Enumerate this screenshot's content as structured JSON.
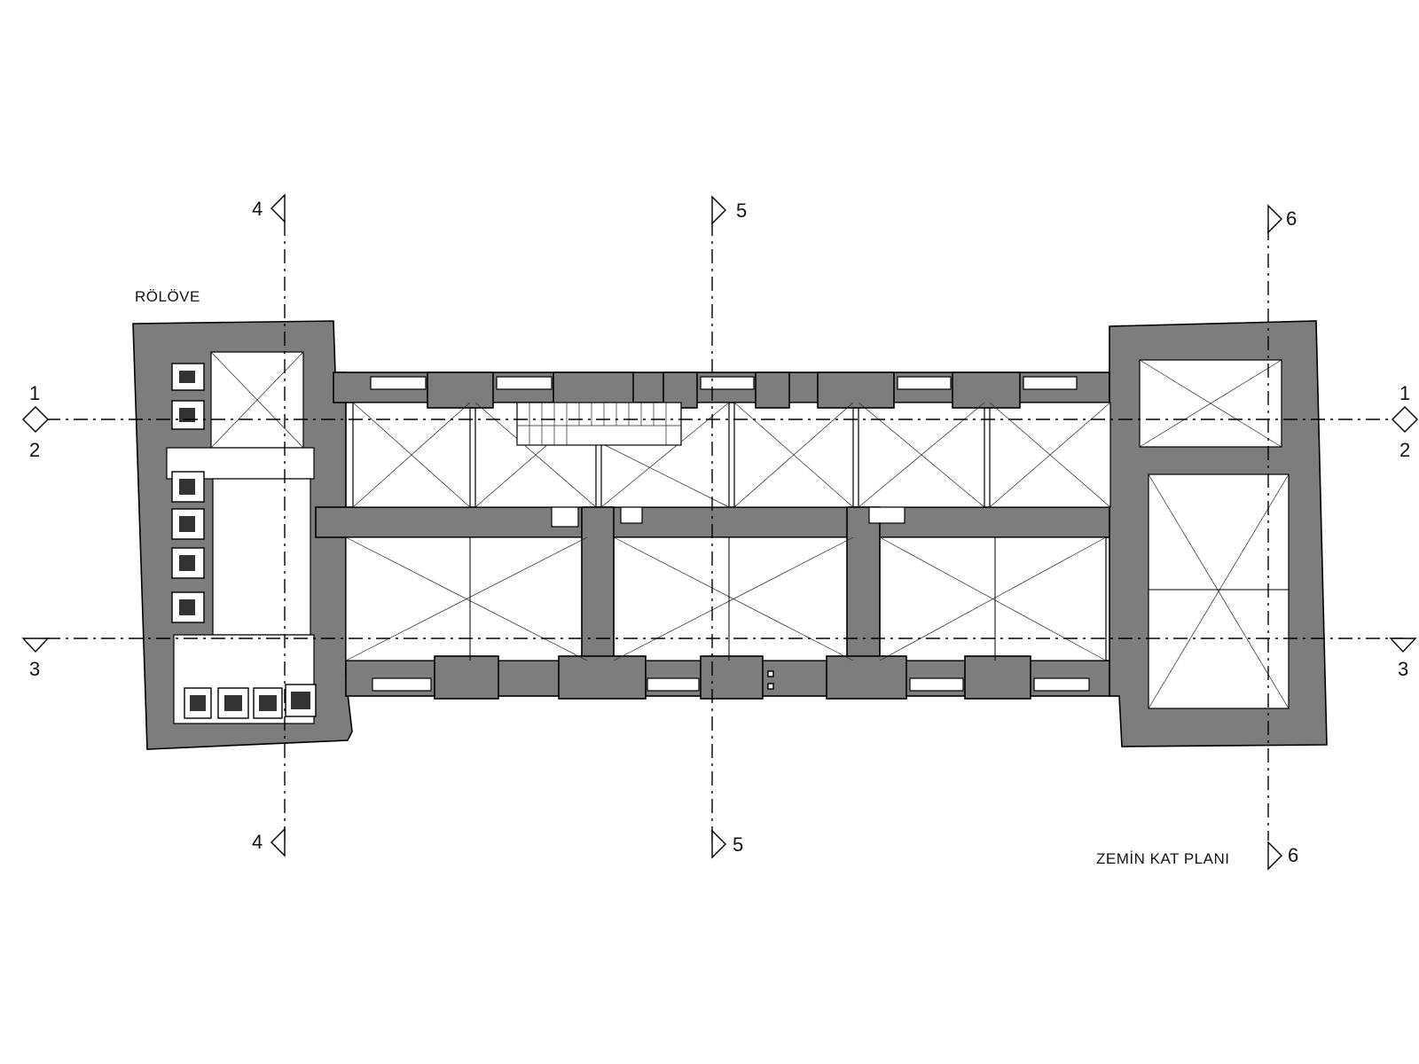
{
  "drawing": {
    "survey_label": "RÖLÖVE",
    "plan_title": "ZEMİN KAT PLANI"
  },
  "section_markers": {
    "h1_left": "1",
    "h2_left": "2",
    "h1_right": "1",
    "h2_right": "2",
    "h3_left": "3",
    "h3_right": "3",
    "v4_top": "4",
    "v4_bottom": "4",
    "v5_top": "5",
    "v5_bottom": "5",
    "v6_top": "6",
    "v6_bottom": "6"
  },
  "colors": {
    "wall_fill": "#7d7d7d",
    "line": "#000000",
    "background": "#ffffff"
  }
}
